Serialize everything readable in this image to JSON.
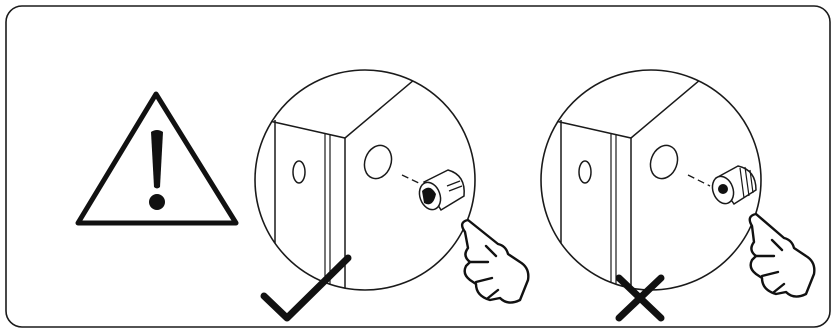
{
  "figure": {
    "icons": {
      "warning": "warning-triangle-icon",
      "correct": "checkmark-icon",
      "incorrect": "cross-icon"
    },
    "panels": [
      {
        "id": "correct",
        "verdict": "correct",
        "cam_nut_orientation": "slot-facing-out"
      },
      {
        "id": "incorrect",
        "verdict": "incorrect",
        "cam_nut_orientation": "thread-facing-out"
      }
    ],
    "colors": {
      "stroke": "#1a1a1a",
      "background": "#ffffff",
      "fill_dark": "#111111"
    }
  }
}
